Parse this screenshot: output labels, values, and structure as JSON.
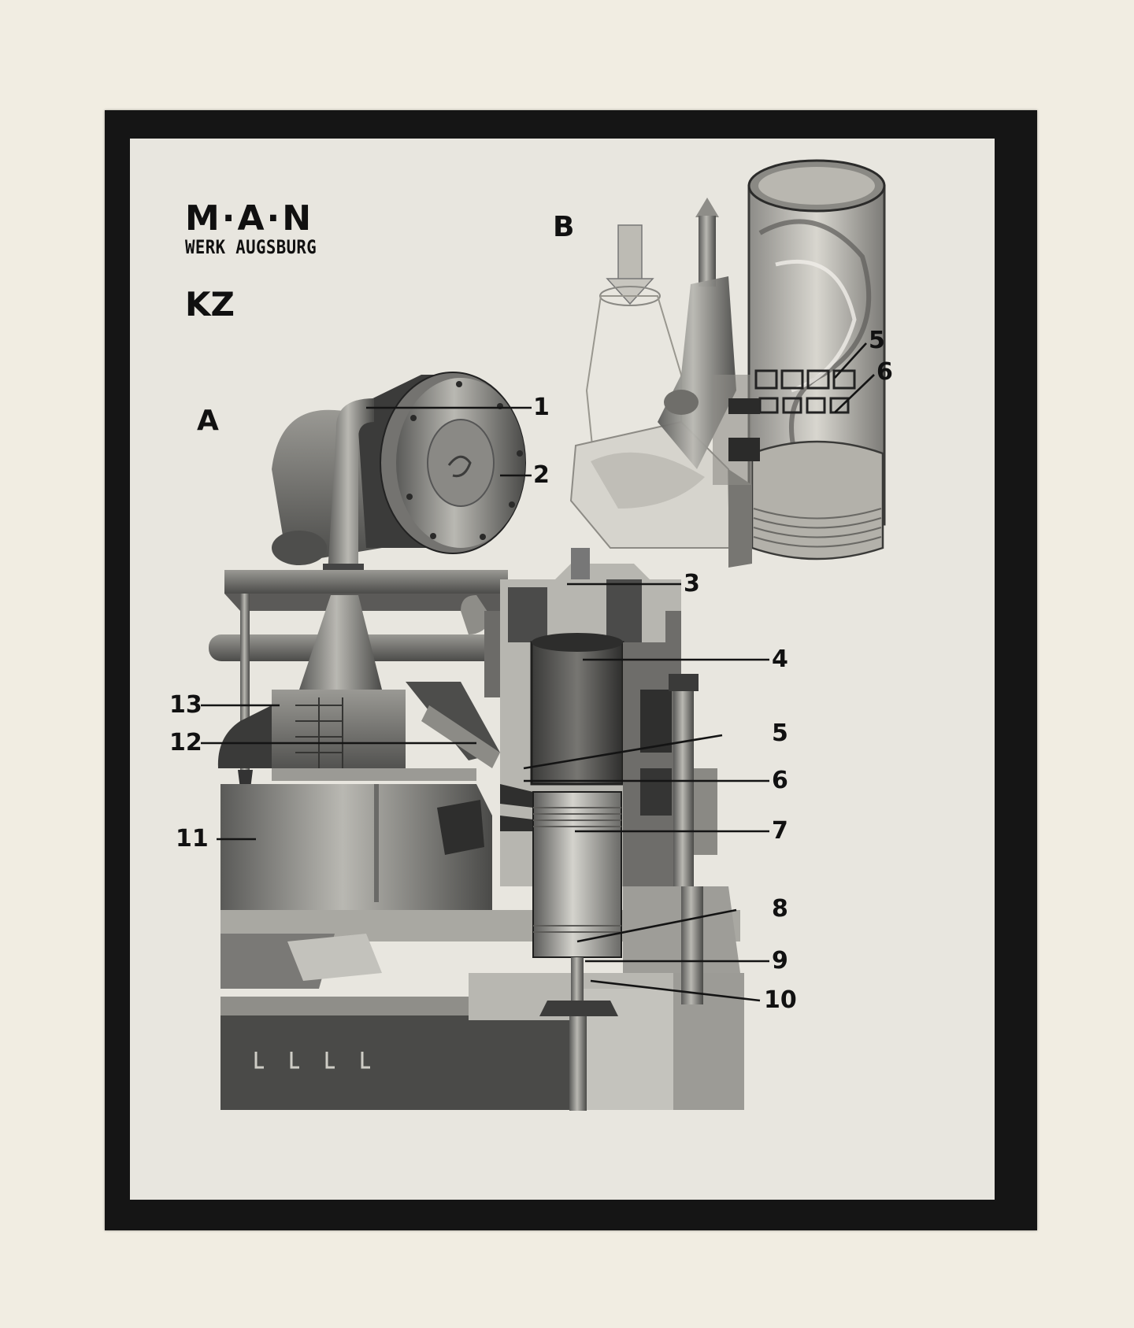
{
  "logo": {
    "brand": "M·A·N",
    "plant": "WERK AUGSBURG"
  },
  "model": "KZ",
  "views": {
    "a": "A",
    "b": "B"
  },
  "callouts_a": [
    "1",
    "2",
    "3",
    "4",
    "5",
    "6",
    "7",
    "8",
    "9",
    "10",
    "11",
    "12",
    "13"
  ],
  "callouts_b": [
    "5",
    "6"
  ]
}
